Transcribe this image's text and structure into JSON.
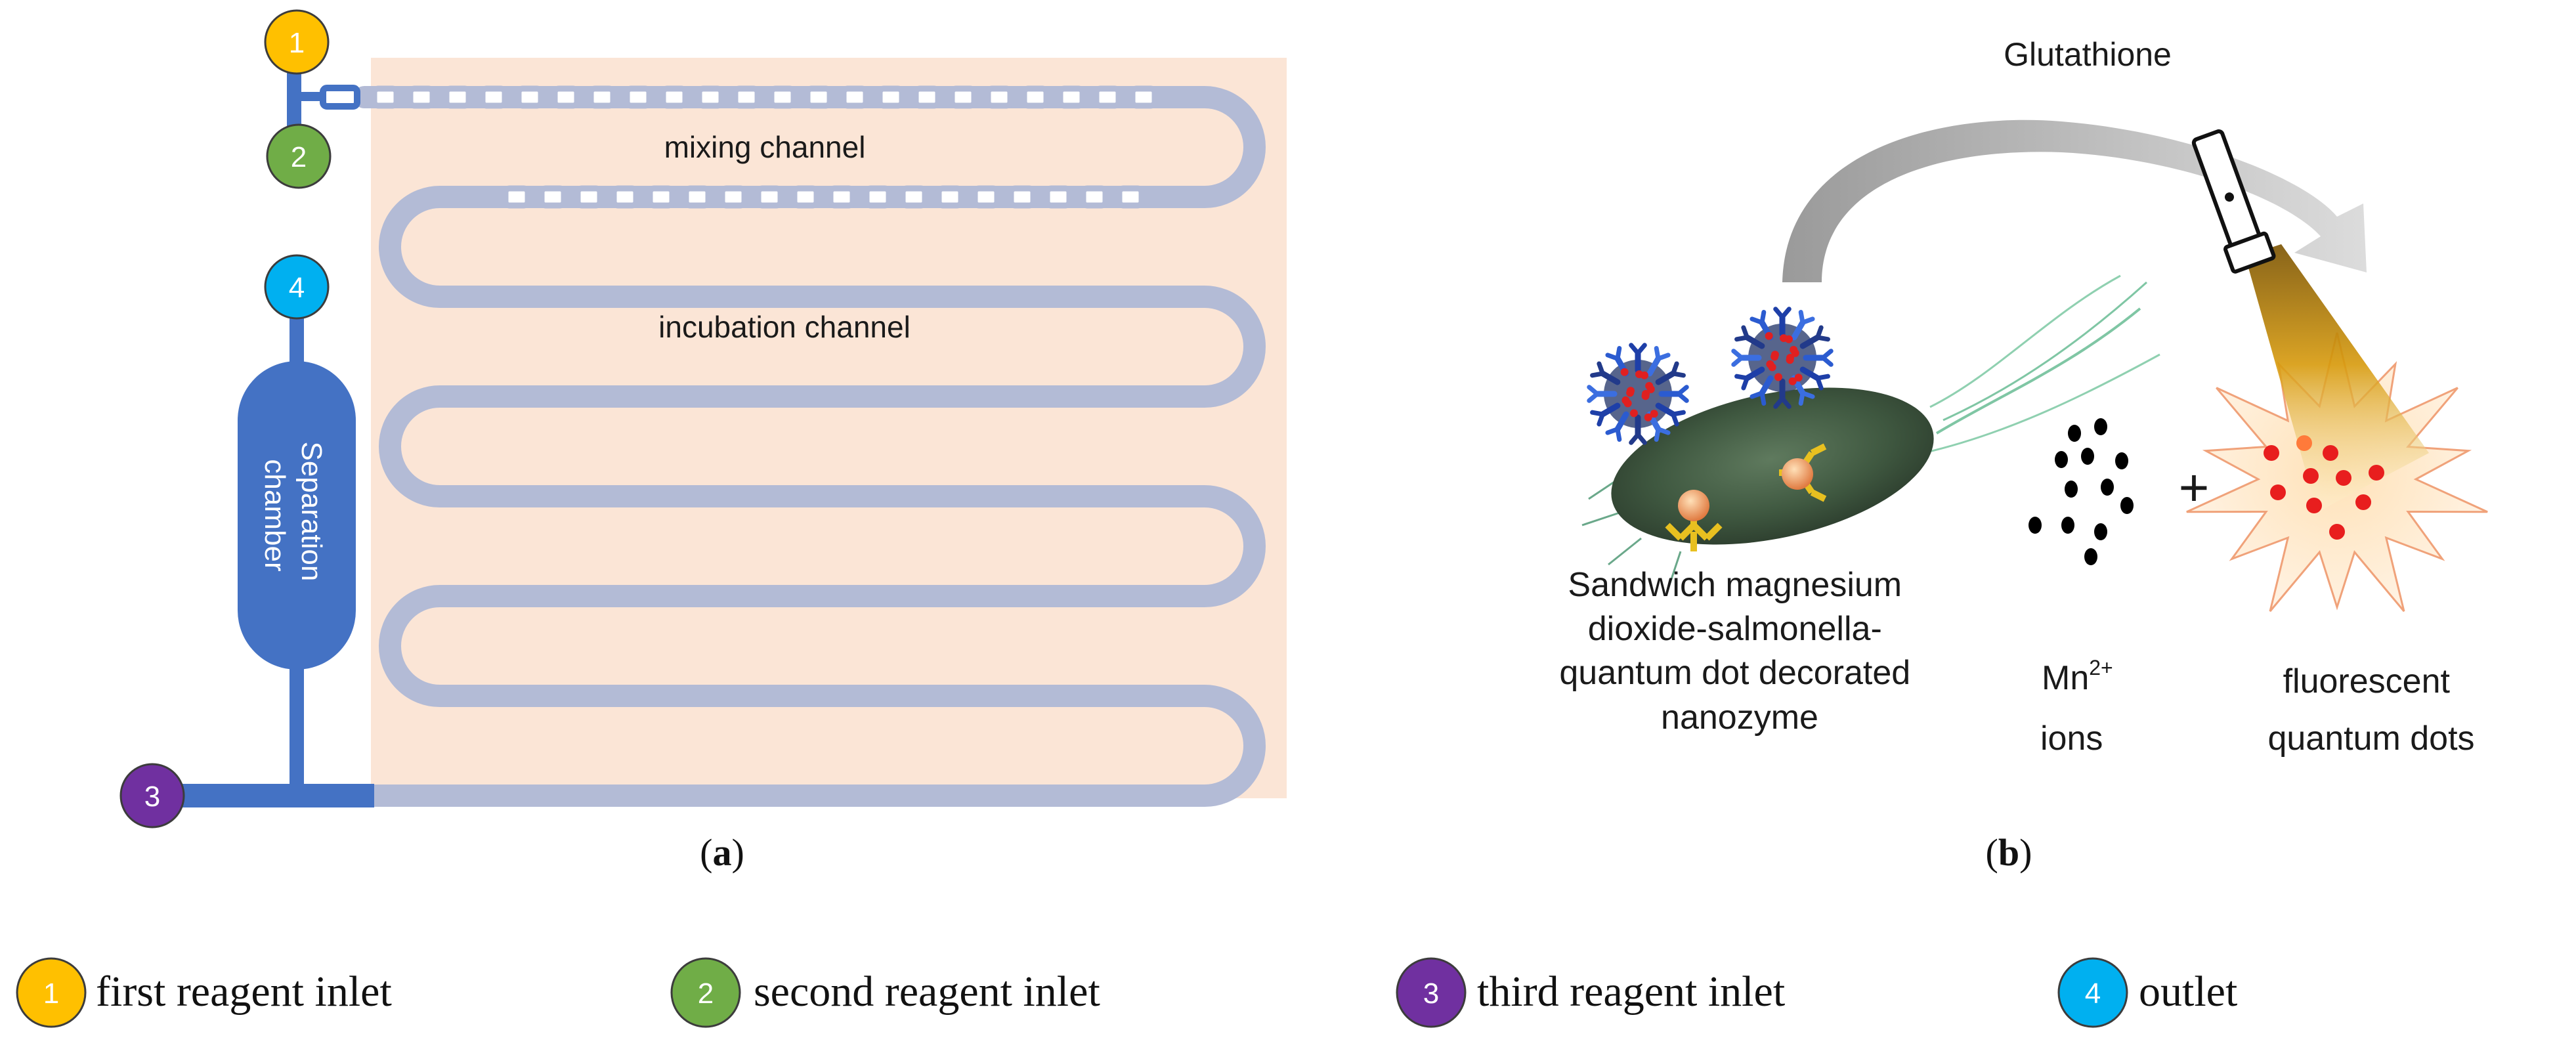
{
  "panel_a": {
    "caption_open": "(",
    "caption_letter": "a",
    "caption_close": ")",
    "mixing_label": "mixing channel",
    "incubation_label": "incubation channel",
    "separation_label_line1": "Separation",
    "separation_label_line2": "chamber",
    "nodes": [
      {
        "number": "1",
        "color": "#FFC000"
      },
      {
        "number": "2",
        "color": "#70AD47"
      },
      {
        "number": "3",
        "color": "#7030A0"
      },
      {
        "number": "4",
        "color": "#00B0F0"
      }
    ],
    "colors": {
      "channel": "#b3bbd6",
      "chamber": "#4472C4",
      "background": "#fbe5d6"
    }
  },
  "panel_b": {
    "caption_open": "(",
    "caption_letter": "b",
    "caption_close": ")",
    "glutathione": "Glutathione",
    "sandwich_lines": [
      "Sandwich magnesium",
      "dioxide-salmonella-",
      "quantum dot decorated",
      "nanozyme"
    ],
    "mn_base": "Mn",
    "mn_sup": "2+",
    "ions": "ions",
    "plus": "+",
    "fluor_lines": [
      "fluorescent",
      "quantum dots"
    ]
  },
  "legend": [
    {
      "number": "1",
      "text": "first reagent inlet",
      "color": "#FFC000"
    },
    {
      "number": "2",
      "text": "second reagent inlet",
      "color": "#70AD47"
    },
    {
      "number": "3",
      "text": "third reagent inlet",
      "color": "#7030A0"
    },
    {
      "number": "4",
      "text": "outlet",
      "color": "#00B0F0"
    }
  ]
}
